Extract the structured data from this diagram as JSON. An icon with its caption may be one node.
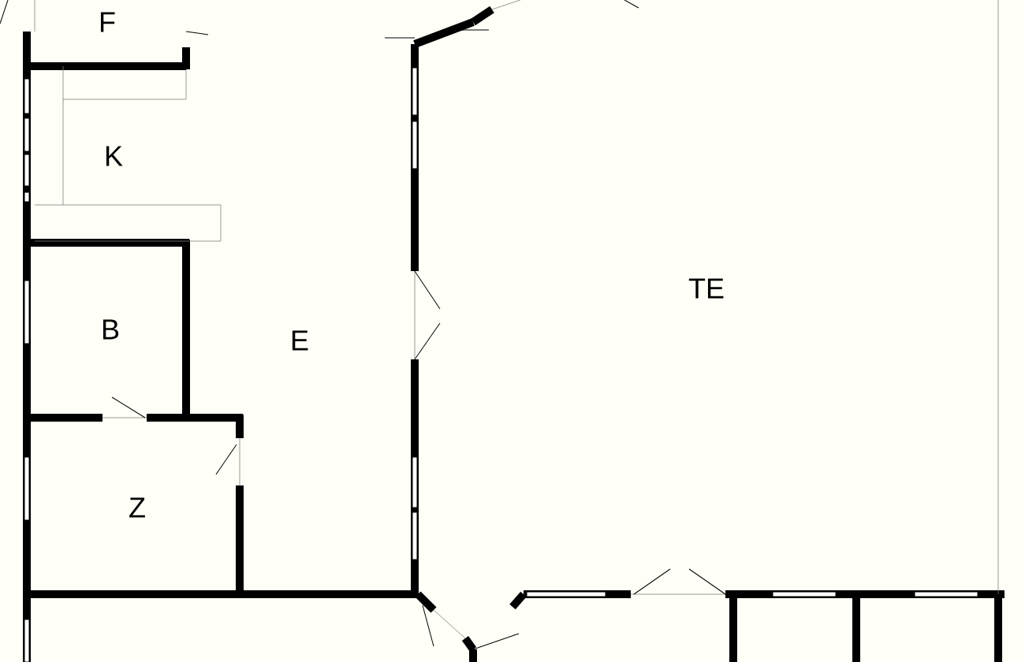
{
  "diagram": {
    "nodes": [
      {
        "text": [
          "F"
        ]
      },
      {
        "text": [
          "K"
        ]
      },
      {
        "text": [
          "B"
        ]
      },
      {
        "text": [
          "E"
        ]
      },
      {
        "text": [
          "TE"
        ]
      },
      {
        "text": [
          "Z"
        ]
      }
    ]
  }
}
